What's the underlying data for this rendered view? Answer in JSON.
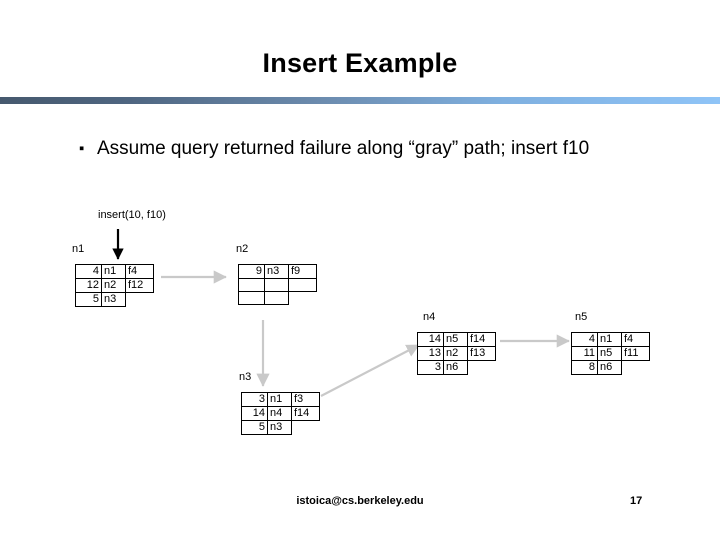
{
  "slide": {
    "title": "Insert Example",
    "bullet_marker": "▪",
    "bullet_text": "Assume query returned failure along “gray” path; insert f10"
  },
  "colors": {
    "divider_left": "#46596e",
    "divider_right": "#8fc4f7",
    "gray_arrow": "#c9c9c9",
    "black_arrow": "#000000",
    "text": "#000000",
    "background": "#ffffff"
  },
  "diagram": {
    "operation_label": "insert(10, f10)",
    "nodes": [
      {
        "id": "n1",
        "label": "n1",
        "rows": [
          {
            "key": "4",
            "node": "n1",
            "file": "f4"
          },
          {
            "key": "12",
            "node": "n2",
            "file": "f12"
          },
          {
            "key": "5",
            "node": "n3",
            "file": ""
          }
        ]
      },
      {
        "id": "n2",
        "label": "n2",
        "rows": [
          {
            "key": "9",
            "node": "n3",
            "file": "f9"
          },
          {
            "key": "",
            "node": "",
            "file": ""
          },
          {
            "key": "",
            "node": "",
            "file": ""
          }
        ]
      },
      {
        "id": "n3",
        "label": "n3",
        "rows": [
          {
            "key": "3",
            "node": "n1",
            "file": "f3"
          },
          {
            "key": "14",
            "node": "n4",
            "file": "f14"
          },
          {
            "key": "5",
            "node": "n3",
            "file": ""
          }
        ]
      },
      {
        "id": "n4",
        "label": "n4",
        "rows": [
          {
            "key": "14",
            "node": "n5",
            "file": "f14"
          },
          {
            "key": "13",
            "node": "n2",
            "file": "f13"
          },
          {
            "key": "3",
            "node": "n6",
            "file": ""
          }
        ]
      },
      {
        "id": "n5",
        "label": "n5",
        "rows": [
          {
            "key": "4",
            "node": "n1",
            "file": "f4"
          },
          {
            "key": "11",
            "node": "n5",
            "file": "f11"
          },
          {
            "key": "8",
            "node": "n6",
            "file": ""
          }
        ]
      }
    ],
    "arrows": [
      {
        "name": "insert-arrow",
        "from": "insert(10, f10)",
        "to": "n1",
        "style": "black",
        "direction": "down"
      },
      {
        "name": "n1-to-n2",
        "from": "n1",
        "to": "n2",
        "style": "gray",
        "direction": "right"
      },
      {
        "name": "n2-to-n3",
        "from": "n2",
        "to": "n3",
        "style": "gray",
        "direction": "down"
      },
      {
        "name": "n3-to-n4",
        "from": "n3",
        "to": "n4",
        "style": "gray",
        "direction": "diagonal-up-right"
      },
      {
        "name": "n4-to-n5",
        "from": "n4",
        "to": "n5",
        "style": "gray",
        "direction": "right"
      }
    ]
  },
  "footer": {
    "email": "istoica@cs.berkeley.edu",
    "page_number": "17"
  }
}
